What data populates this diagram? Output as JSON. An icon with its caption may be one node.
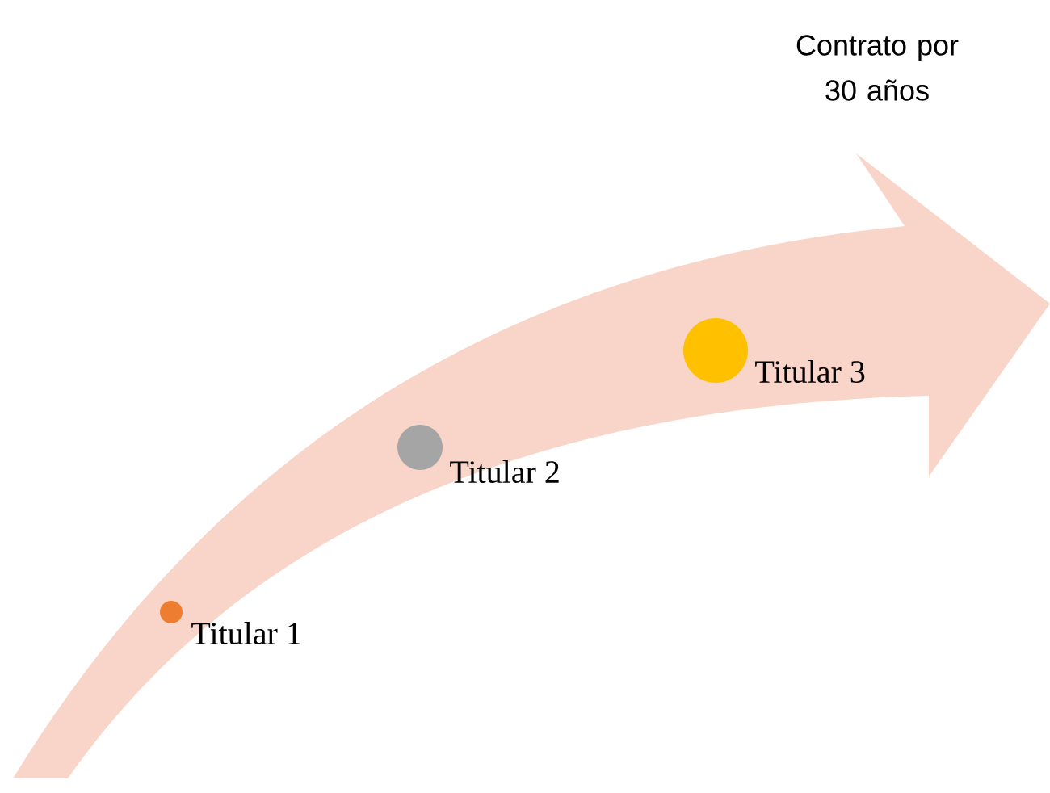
{
  "diagram": {
    "nodes": [
      {
        "text": [],
        "shape": "circle",
        "beside": [
          "Titular 1"
        ]
      },
      {
        "text": [],
        "shape": "circle",
        "beside": [
          "Titular 2"
        ]
      },
      {
        "text": [],
        "shape": "circle",
        "beside": [
          "Titular 3"
        ]
      }
    ],
    "labels": [
      "Contrato por 30 años"
    ]
  }
}
